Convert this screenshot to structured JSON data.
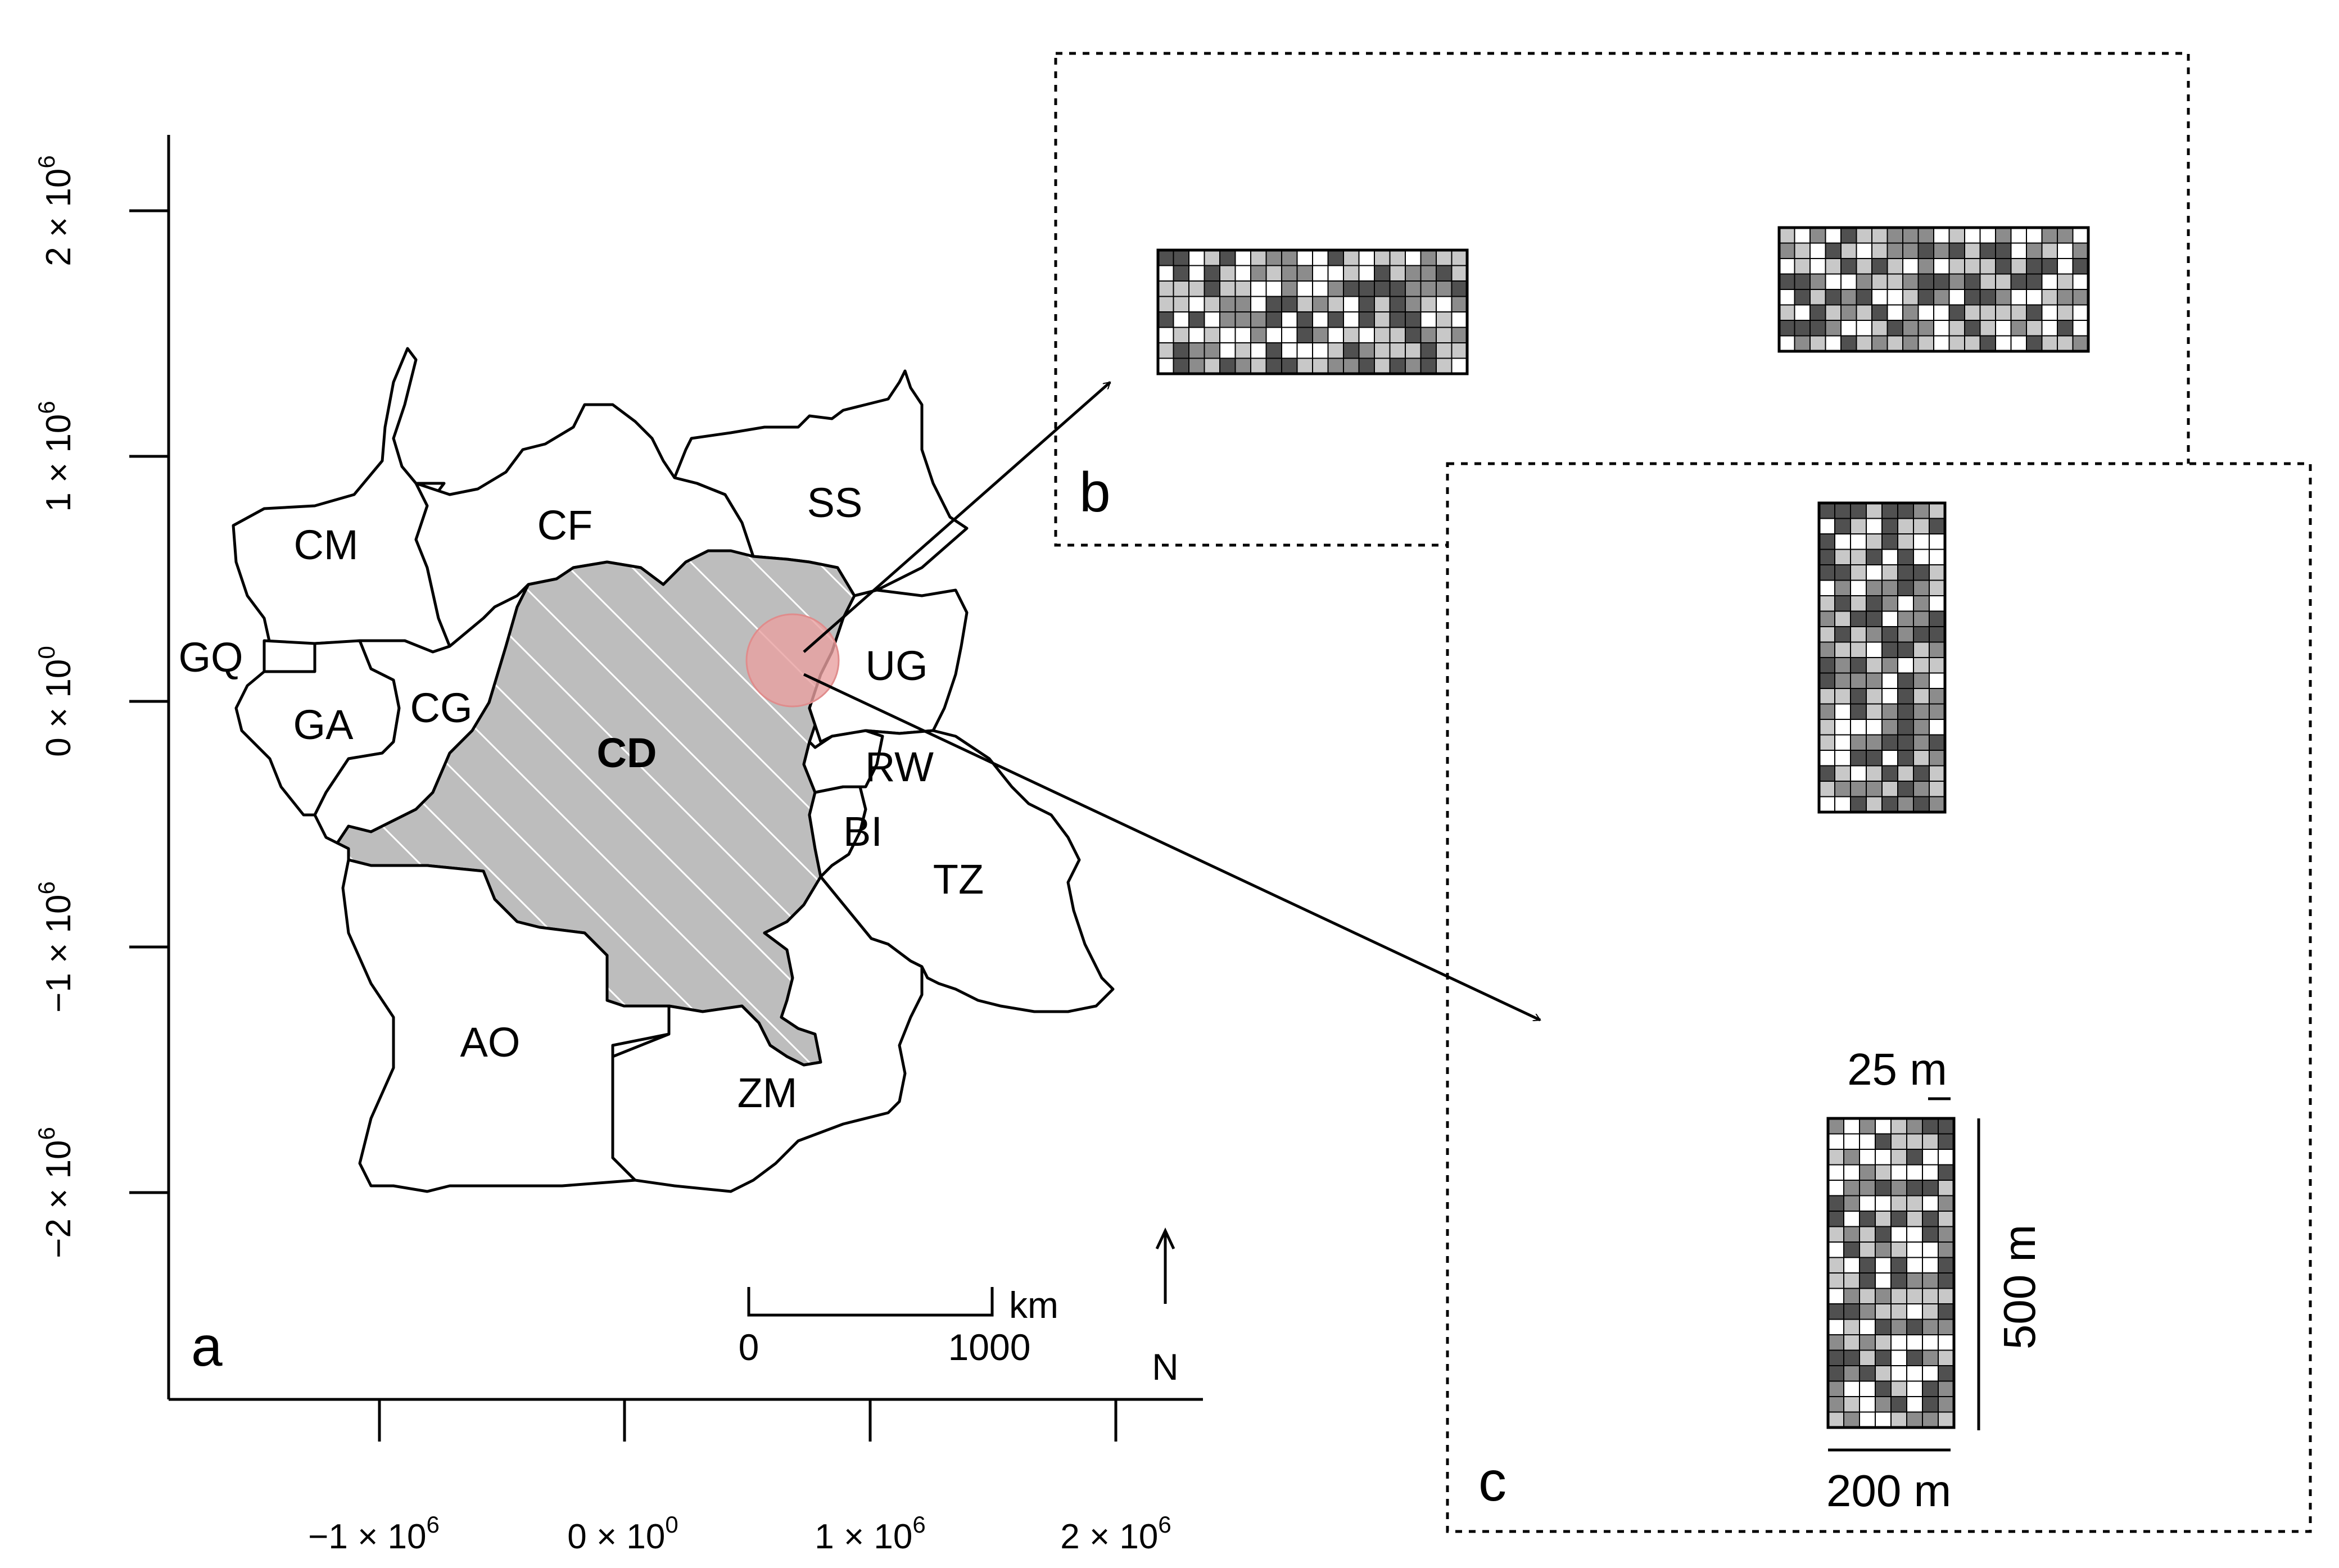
{
  "map": {
    "panel_label": "a",
    "x_axis": {
      "ticks": [
        {
          "label": "−1 × 10",
          "exp": "6"
        },
        {
          "label": "0 × 10",
          "exp": "0"
        },
        {
          "label": "1 × 10",
          "exp": "6"
        },
        {
          "label": "2 × 10",
          "exp": "6"
        }
      ]
    },
    "y_axis": {
      "ticks": [
        {
          "label": "2 × 10",
          "exp": "6"
        },
        {
          "label": "1 × 10",
          "exp": "6"
        },
        {
          "label": "0 × 10",
          "exp": "0"
        },
        {
          "label": "−1 × 10",
          "exp": "6"
        },
        {
          "label": "−2 × 10",
          "exp": "6"
        }
      ]
    },
    "countries": [
      {
        "code": "CM"
      },
      {
        "code": "CF"
      },
      {
        "code": "SS"
      },
      {
        "code": "GQ"
      },
      {
        "code": "GA"
      },
      {
        "code": "CG"
      },
      {
        "code": "CD",
        "highlighted": true
      },
      {
        "code": "UG"
      },
      {
        "code": "RW"
      },
      {
        "code": "BI"
      },
      {
        "code": "TZ"
      },
      {
        "code": "AO"
      },
      {
        "code": "ZM"
      }
    ],
    "scale_bar": {
      "unit": "km",
      "start": "0",
      "end": "1000"
    },
    "north_arrow": "N",
    "colors": {
      "highlight_fill": "#bdbdbd",
      "hatch": "#ffffff",
      "study_area": "#e8a0a0"
    }
  },
  "panel_b": {
    "label": "b"
  },
  "panel_c": {
    "label": "c",
    "cell_width": "25 m",
    "plot_length": "500 m",
    "plot_width": "200 m"
  },
  "grid_shades": [
    "#ffffff",
    "#c8c8c8",
    "#8c8c8c",
    "#505050"
  ]
}
